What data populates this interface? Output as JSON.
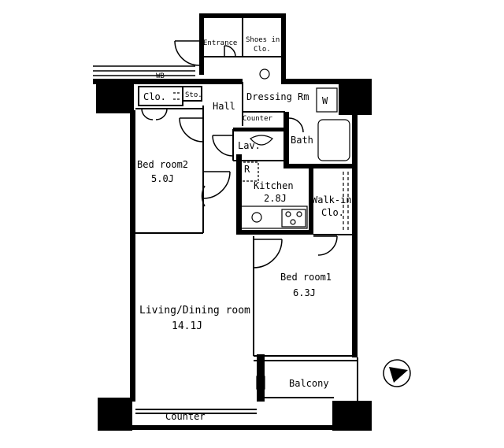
{
  "labels": {
    "entrance": "Entrance",
    "shoes_in_1": "Shoes in",
    "shoes_in_2": "Clo.",
    "wb": "WB",
    "clo": "Clo.",
    "sto": "Sto.",
    "hall": "Hall",
    "dressing_rm": "Dressing Rm",
    "w": "W",
    "counter_small": "Counter",
    "lav": "Lav.",
    "bath": "Bath",
    "bed2_name": "Bed room2",
    "bed2_size": "5.0J",
    "r": "R",
    "kitchen_name": "Kitchen",
    "kitchen_size": "2.8J",
    "walkin_1": "Walk-in",
    "walkin_2": "Clo.",
    "bed1_name": "Bed room1",
    "bed1_size": "6.3J",
    "living_name": "Living/Dining room",
    "living_size": "14.1J",
    "balcony": "Balcony",
    "counter_bottom": "Counter"
  }
}
